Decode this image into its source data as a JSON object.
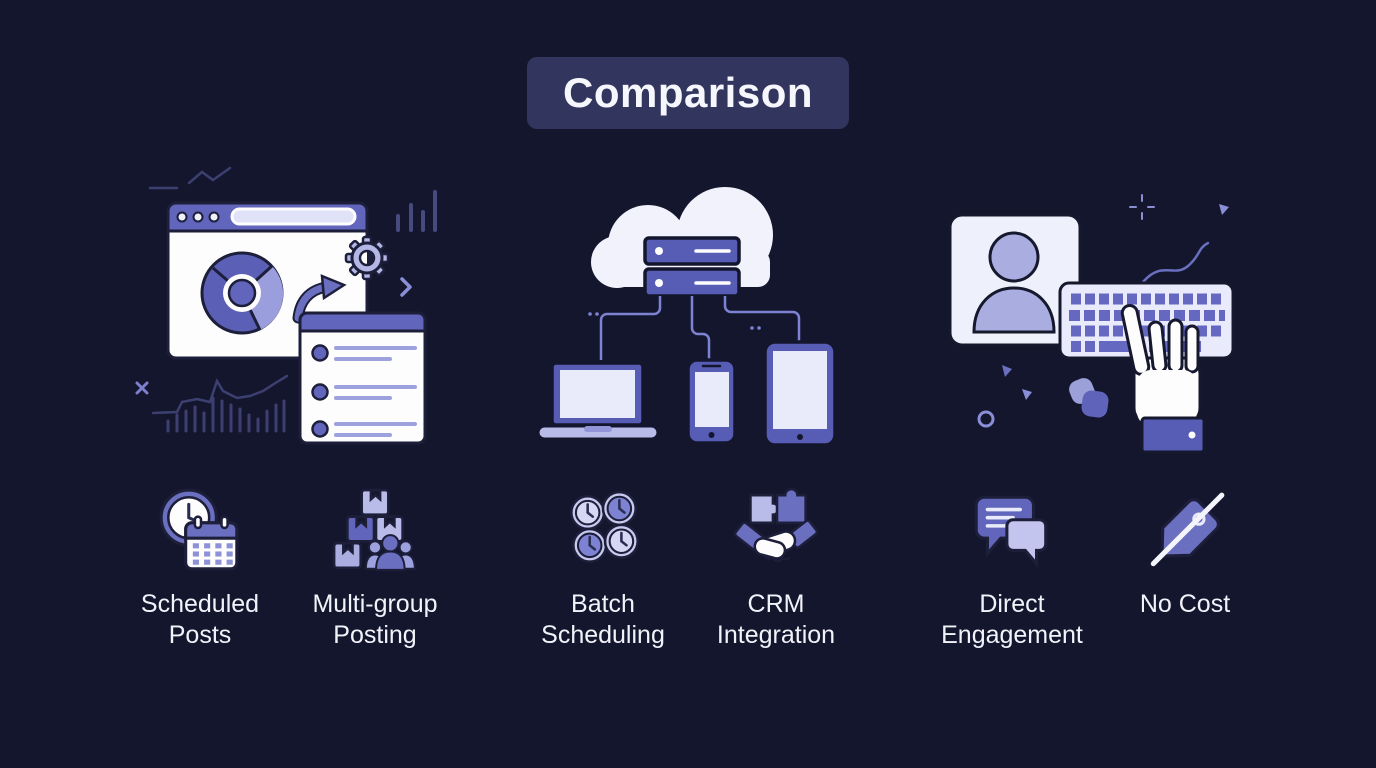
{
  "title": "Comparison",
  "palette": {
    "background": "#14162e",
    "title_box_bg": "#32355d",
    "title_text": "#f6f7fd",
    "label_text": "#f2f3fa",
    "purple_primary": "#5b60b8",
    "purple_mid": "#6a6fc0",
    "purple_device": "#575cb5",
    "lavender": "#b4b7e6",
    "lavender_light": "#e9ebfa",
    "white": "#fdfdfe",
    "outline_dark": "#1d1f3a",
    "deco_faint": "#3c4070",
    "deco_bright": "#8a8ed6"
  },
  "illustrations": [
    {
      "name": "browser-analytics-illustration"
    },
    {
      "name": "cloud-server-devices-illustration"
    },
    {
      "name": "profile-keyboard-hand-illustration"
    }
  ],
  "features": [
    {
      "label": "Scheduled Posts",
      "icon": "clock-calendar-icon"
    },
    {
      "label": "Multi-group Posting",
      "icon": "boxes-group-icon"
    },
    {
      "label": "Batch Scheduling",
      "icon": "clocks-grid-icon"
    },
    {
      "label": "CRM Integration",
      "icon": "puzzle-handshake-icon"
    },
    {
      "label": "Direct Engagement",
      "icon": "chat-bubbles-icon"
    },
    {
      "label": "No Cost",
      "icon": "price-tag-slash-icon"
    }
  ]
}
